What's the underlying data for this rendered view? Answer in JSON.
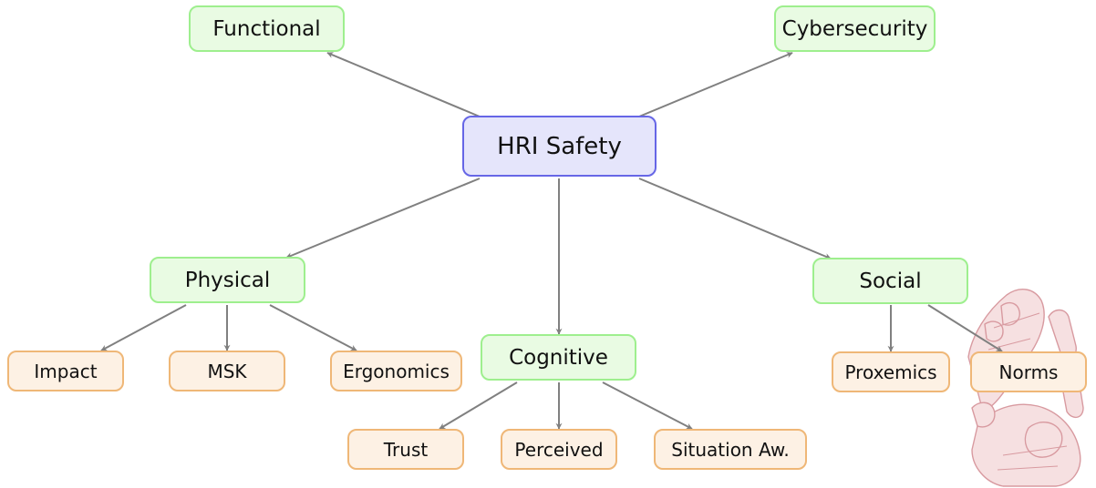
{
  "colors": {
    "edge": "#808080",
    "root_fill": "#e5e5fb",
    "root_border": "#6666e6",
    "category_fill": "#e9fbe3",
    "category_border": "#9eef8e",
    "leaf_fill": "#fdf1e4",
    "leaf_border": "#efb777"
  },
  "decoration": {
    "icon": "robot-hand-sketch-icon",
    "color": "#e3a8ac"
  },
  "nodes": {
    "root": "HRI Safety",
    "functional": "Functional",
    "cybersecurity": "Cybersecurity",
    "physical": "Physical",
    "cognitive": "Cognitive",
    "social": "Social",
    "impact": "Impact",
    "msk": "MSK",
    "ergonomics": "Ergonomics",
    "trust": "Trust",
    "perceived": "Perceived",
    "situation": "Situation Aw.",
    "proxemics": "Proxemics",
    "norms": "Norms"
  }
}
